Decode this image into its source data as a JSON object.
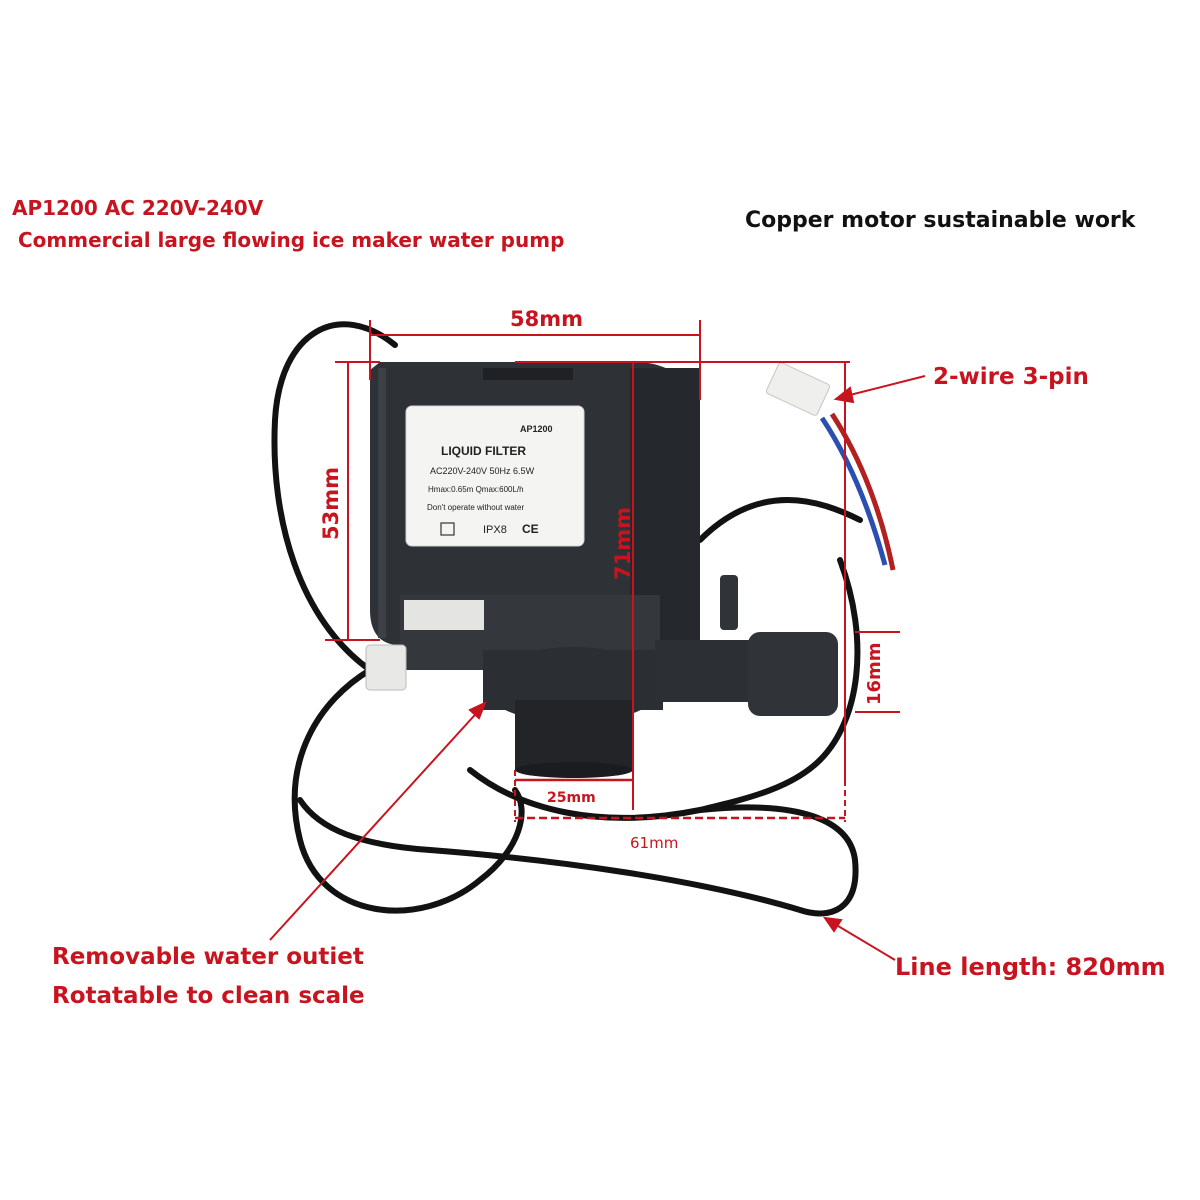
{
  "header": {
    "title_line1": "AP1200 AC 220V-240V",
    "title_line2": "Commercial large flowing ice maker water pump",
    "copper_note": "Copper motor sustainable work"
  },
  "callouts": {
    "connector": "2-wire 3-pin",
    "outlet_line1": "Removable water outiet",
    "outlet_line2": "Rotatable to clean scale",
    "line_length": "Line length: 820mm"
  },
  "dimensions": {
    "width_top": "58mm",
    "height_left": "53mm",
    "height_total": "71mm",
    "outlet_height": "16mm",
    "outlet_diameter": "25mm",
    "base_width": "61mm"
  },
  "label": {
    "model": "AP1200",
    "heading": "LIQUID FILTER",
    "spec_line1": "AC220V-240V 50Hz 6.5W",
    "spec_line2": "Hmax:0.65m Qmax:600L/h",
    "spec_line3": "Don't operate without water",
    "rating": "IPX8",
    "mark": "CE"
  },
  "colors": {
    "accent_red": "#c8141e",
    "pump_body": "#2e3135",
    "cable": "#111111",
    "wire_blue": "#2a4fb0",
    "wire_red": "#b22020"
  }
}
